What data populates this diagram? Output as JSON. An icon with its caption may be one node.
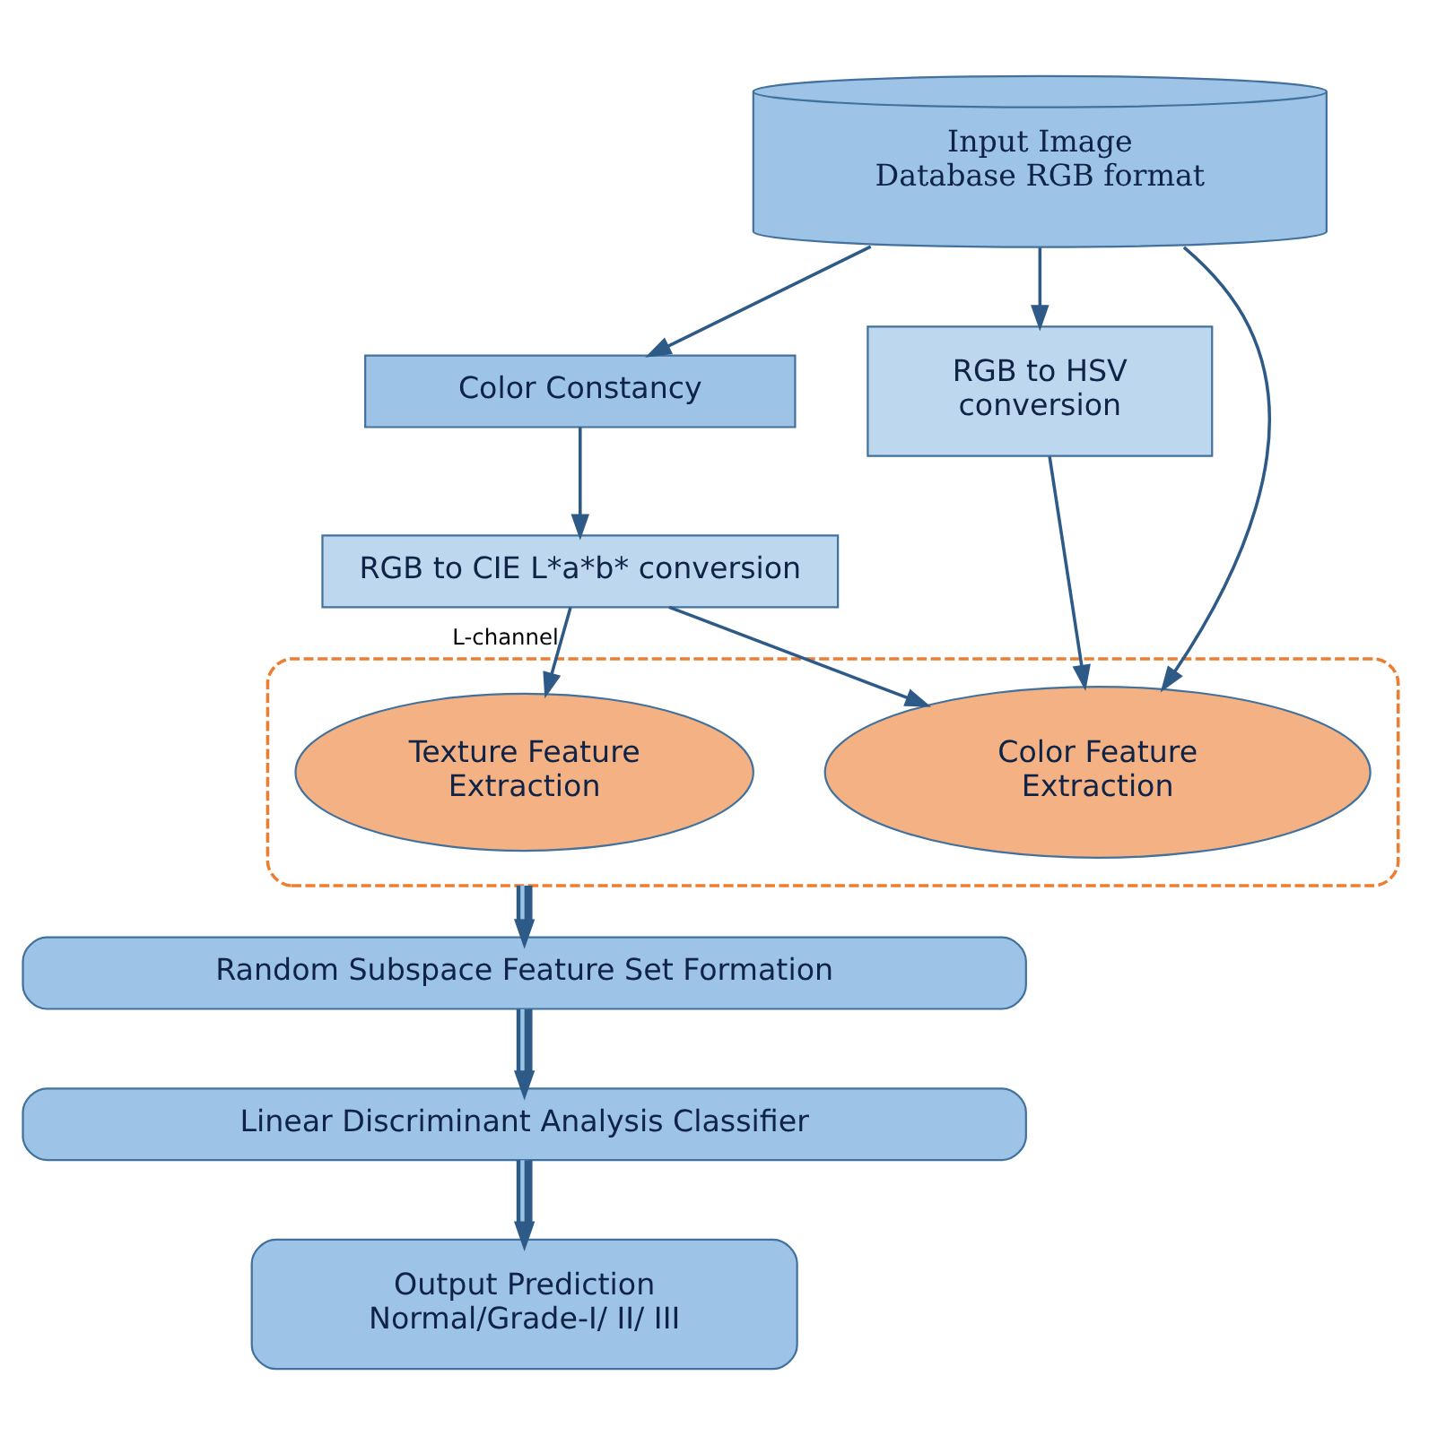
{
  "diagram": {
    "nodes": [
      {
        "text": [
          "Input Image Database RGB format"
        ]
      },
      {
        "text": [
          "Color Constancy"
        ]
      },
      {
        "text": [
          "RGB to HSV conversion"
        ]
      },
      {
        "text": [
          "RGB to CIE L*a*b* conversion"
        ]
      },
      {
        "text": [],
        "shape": "box"
      },
      {
        "text": [
          "Texture Feature Extraction"
        ],
        "in": 4
      },
      {
        "text": [
          "Color Feature Extraction"
        ],
        "in": 4
      },
      {
        "text": [
          "Random Subspace Feature Set Formation"
        ]
      },
      {
        "text": [
          "Linear Discriminant Analysis Classifier"
        ]
      },
      {
        "text": [
          "Output Prediction Normal/Grade-I/ II/ III"
        ]
      }
    ],
    "edges": [
      {
        "from": 0,
        "to": 1,
        "arrow": "to"
      },
      {
        "from": 0,
        "to": 2,
        "arrow": "to"
      },
      {
        "from": 0,
        "to": 6,
        "arrow": "to"
      },
      {
        "from": 1,
        "to": 3,
        "arrow": "to"
      },
      {
        "from": 3,
        "to": 5,
        "arrow": "to",
        "label": "L-channel"
      },
      {
        "from": 3,
        "to": 6,
        "arrow": "to"
      },
      {
        "from": 2,
        "to": 6,
        "arrow": "to"
      },
      {
        "from": 4,
        "to": 7,
        "arrow": "to",
        "style": "thick"
      },
      {
        "from": 7,
        "to": 8,
        "arrow": "to",
        "style": "thick"
      },
      {
        "from": 8,
        "to": 9,
        "arrow": "to",
        "style": "thick"
      }
    ]
  }
}
